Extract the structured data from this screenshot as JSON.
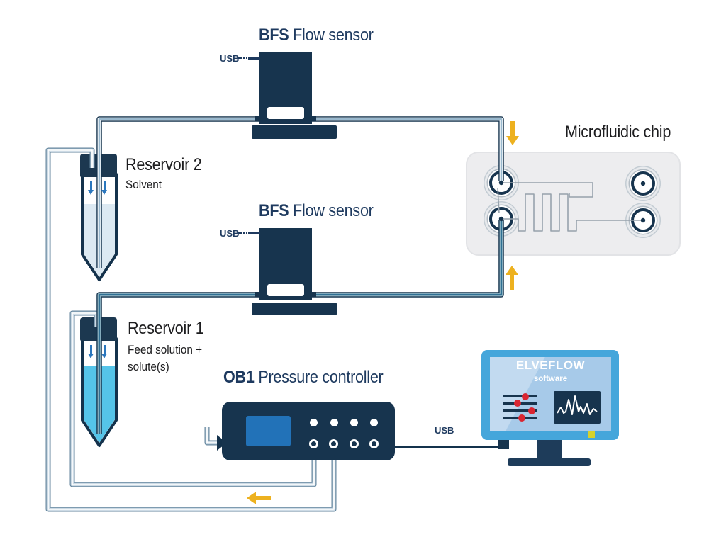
{
  "diagram": {
    "sensor_top": {
      "brand": "BFS",
      "name": "Flow sensor",
      "usb_label": "USB"
    },
    "sensor_mid": {
      "brand": "BFS",
      "name": "Flow sensor",
      "usb_label": "USB"
    },
    "chip": {
      "title": "Microfluidic chip"
    },
    "reservoir2": {
      "title": "Reservoir 2",
      "description": "Solvent"
    },
    "reservoir1": {
      "title": "Reservoir 1",
      "description_line1": "Feed solution +",
      "description_line2": "solute(s)"
    },
    "controller": {
      "brand": "OB1",
      "name": "Pressure controller",
      "usb_label": "USB"
    },
    "software": {
      "brand": "ELVEFLOW",
      "name": "software"
    }
  },
  "colors": {
    "device_navy": "#17344e",
    "label_navy": "#1e3a5f",
    "label_black": "#1d1d1f",
    "flow_arrow_yellow": "#edb11f",
    "reservoir_arrow_blue": "#2b77bd",
    "solvent_liquid": "#dce9f2",
    "feed_liquid": "#55c4e9",
    "solvent_tube_core": "#9ab9ce",
    "feed_tube_core": "#2f7093",
    "air_tube": "#64869e",
    "chip_body": "#ededef",
    "monitor_frame": "#45a6db",
    "monitor_screen": "#a7cae9",
    "controller_screen": "#2272b8",
    "software_dot_red": "#d92632"
  }
}
